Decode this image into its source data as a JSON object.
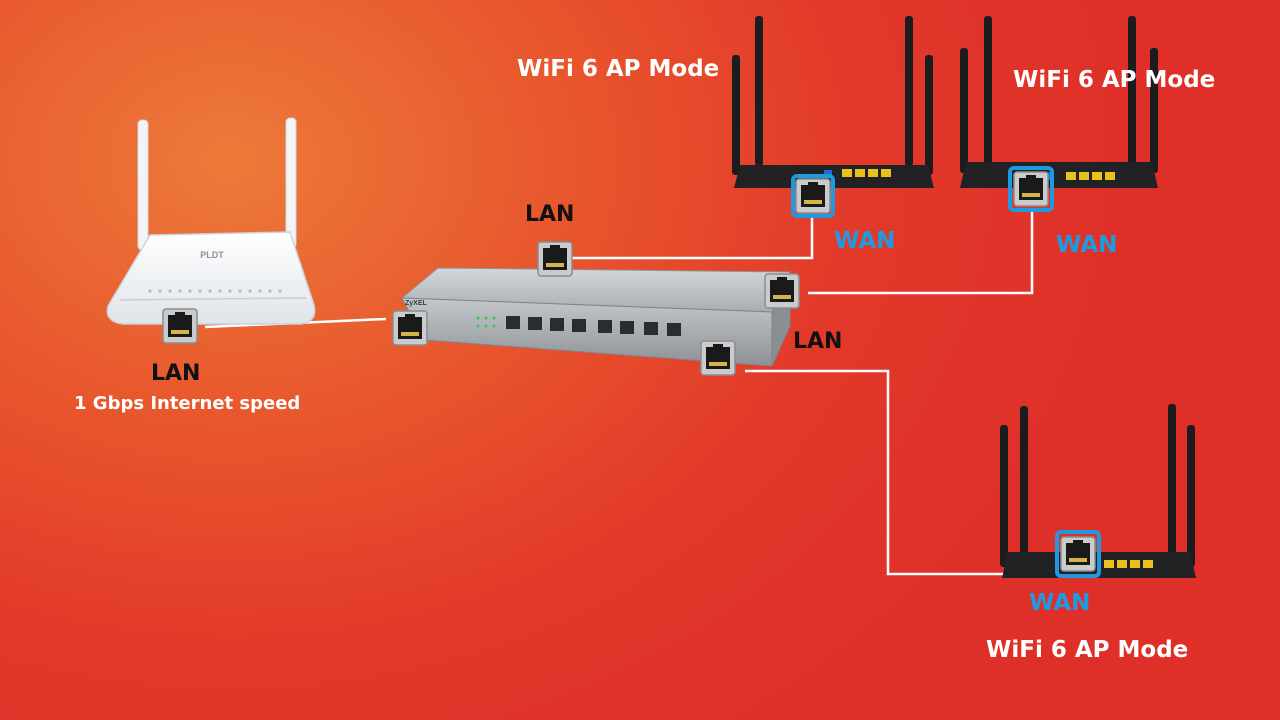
{
  "router_labels": {
    "ap_top_left": "WiFi 6 AP Mode",
    "ap_top_right": "WiFi 6 AP Mode",
    "ap_bottom": "WiFi 6 AP Mode"
  },
  "port_labels": {
    "modem_lan": "LAN",
    "modem_speed": "1 Gbps Internet speed",
    "switch_lan_top": "LAN",
    "switch_lan_right": "LAN",
    "wan_top_left": "WAN",
    "wan_top_right": "WAN",
    "wan_bottom": "WAN"
  },
  "brands": {
    "modem": "PLDT",
    "switch": "ZyXEL"
  },
  "colors": {
    "wan_highlight": "#1e9be0",
    "cable": "#ffffff",
    "port_yellow": "#e8c21a"
  }
}
